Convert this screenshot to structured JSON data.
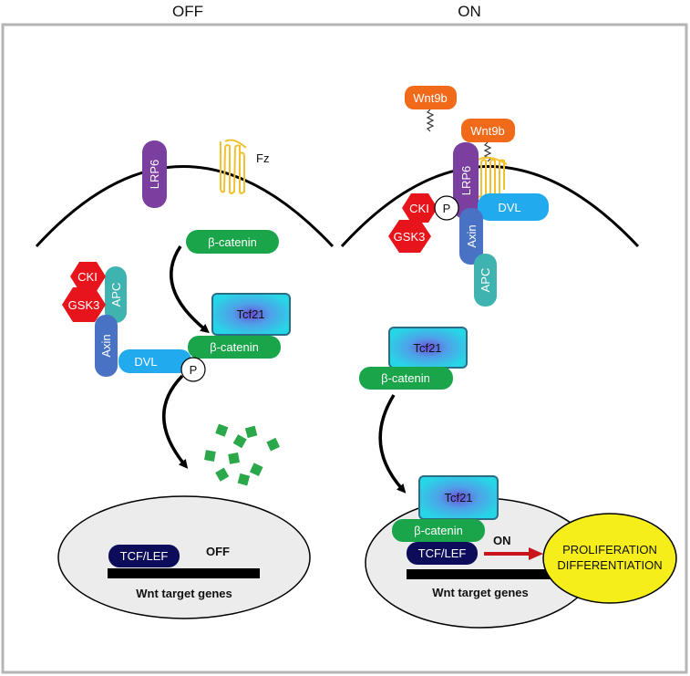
{
  "headers": {
    "off": "OFF",
    "on": "ON"
  },
  "labels": {
    "lrp6": "LRP6",
    "fz": "Fz",
    "wnt9b": "Wnt9b",
    "beta_catenin": "β-catenin",
    "tcf21": "Tcf21",
    "cki": "CKI",
    "gsk3": "GSK3",
    "apc": "APC",
    "axin": "Axin",
    "dvl": "DVL",
    "p": "P",
    "tcf_lef": "TCF/LEF",
    "off_state": "OFF",
    "on_state": "ON",
    "wnt_target_genes": "Wnt target genes",
    "proliferation": "PROLIFERATION",
    "differentiation": "DIFFERENTIATION"
  },
  "colors": {
    "lrp6": "#7b3fa0",
    "frizzled": "#f2c12e",
    "wnt9b": "#f06a1a",
    "beta_catenin": "#1aa54a",
    "tcf21": "#27d6e6",
    "tcf21_core": "#6a4fd8",
    "kinase": "#e8141b",
    "apc": "#3fb3b0",
    "axin": "#4a72c4",
    "dvl": "#22aaee",
    "tcf_lef": "#0c0c5a",
    "nucleus": "#ececec",
    "outcome": "#f5ee1b",
    "arrow_on": "#c8141b"
  }
}
